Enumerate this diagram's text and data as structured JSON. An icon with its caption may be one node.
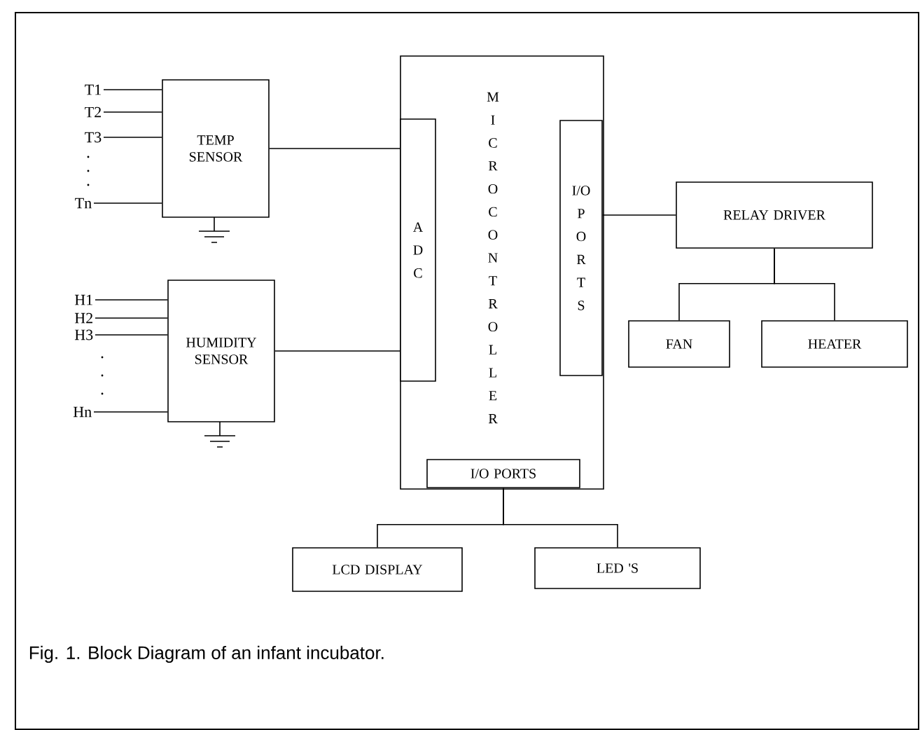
{
  "diagram": {
    "caption": "Fig. 1. Block Diagram of an infant incubator.",
    "nodes": [
      {
        "text": [
          "T1"
        ]
      },
      {
        "text": [
          "T2"
        ]
      },
      {
        "text": [
          "T3"
        ]
      },
      {
        "text": [
          "Tn"
        ]
      },
      {
        "text": [
          "TEMP SENSOR"
        ]
      },
      {
        "text": [
          "H1"
        ]
      },
      {
        "text": [
          "H2"
        ]
      },
      {
        "text": [
          "H3"
        ]
      },
      {
        "text": [
          "Hn"
        ]
      },
      {
        "text": [
          "HUMIDITY SENSOR"
        ]
      },
      {
        "text": [
          "MICROCONTROLLER"
        ]
      },
      {
        "text": [
          "ADC"
        ],
        "in": 10
      },
      {
        "text": [
          "I/O PORTS"
        ],
        "in": 10
      },
      {
        "text": [
          "I/O PORTS"
        ],
        "in": 10
      },
      {
        "text": [
          "RELAY DRIVER"
        ]
      },
      {
        "text": [
          "FAN"
        ]
      },
      {
        "text": [
          "HEATER"
        ]
      },
      {
        "text": [
          "LCD DISPLAY"
        ]
      },
      {
        "text": [
          "LED 'S"
        ]
      }
    ],
    "edges": [
      {
        "from": 0,
        "to": 4,
        "arrow": "none"
      },
      {
        "from": 1,
        "to": 4,
        "arrow": "none"
      },
      {
        "from": 2,
        "to": 4,
        "arrow": "none"
      },
      {
        "from": 3,
        "to": 4,
        "arrow": "none"
      },
      {
        "from": 5,
        "to": 9,
        "arrow": "none"
      },
      {
        "from": 6,
        "to": 9,
        "arrow": "none"
      },
      {
        "from": 7,
        "to": 9,
        "arrow": "none"
      },
      {
        "from": 8,
        "to": 9,
        "arrow": "none"
      },
      {
        "from": 4,
        "to": 11,
        "arrow": "none"
      },
      {
        "from": 9,
        "to": 11,
        "arrow": "none"
      },
      {
        "from": 12,
        "to": 14,
        "arrow": "none"
      },
      {
        "from": 14,
        "to": 15,
        "arrow": "none"
      },
      {
        "from": 14,
        "to": 16,
        "arrow": "none"
      },
      {
        "from": 13,
        "to": 17,
        "arrow": "none"
      },
      {
        "from": 13,
        "to": 18,
        "arrow": "none"
      }
    ]
  }
}
